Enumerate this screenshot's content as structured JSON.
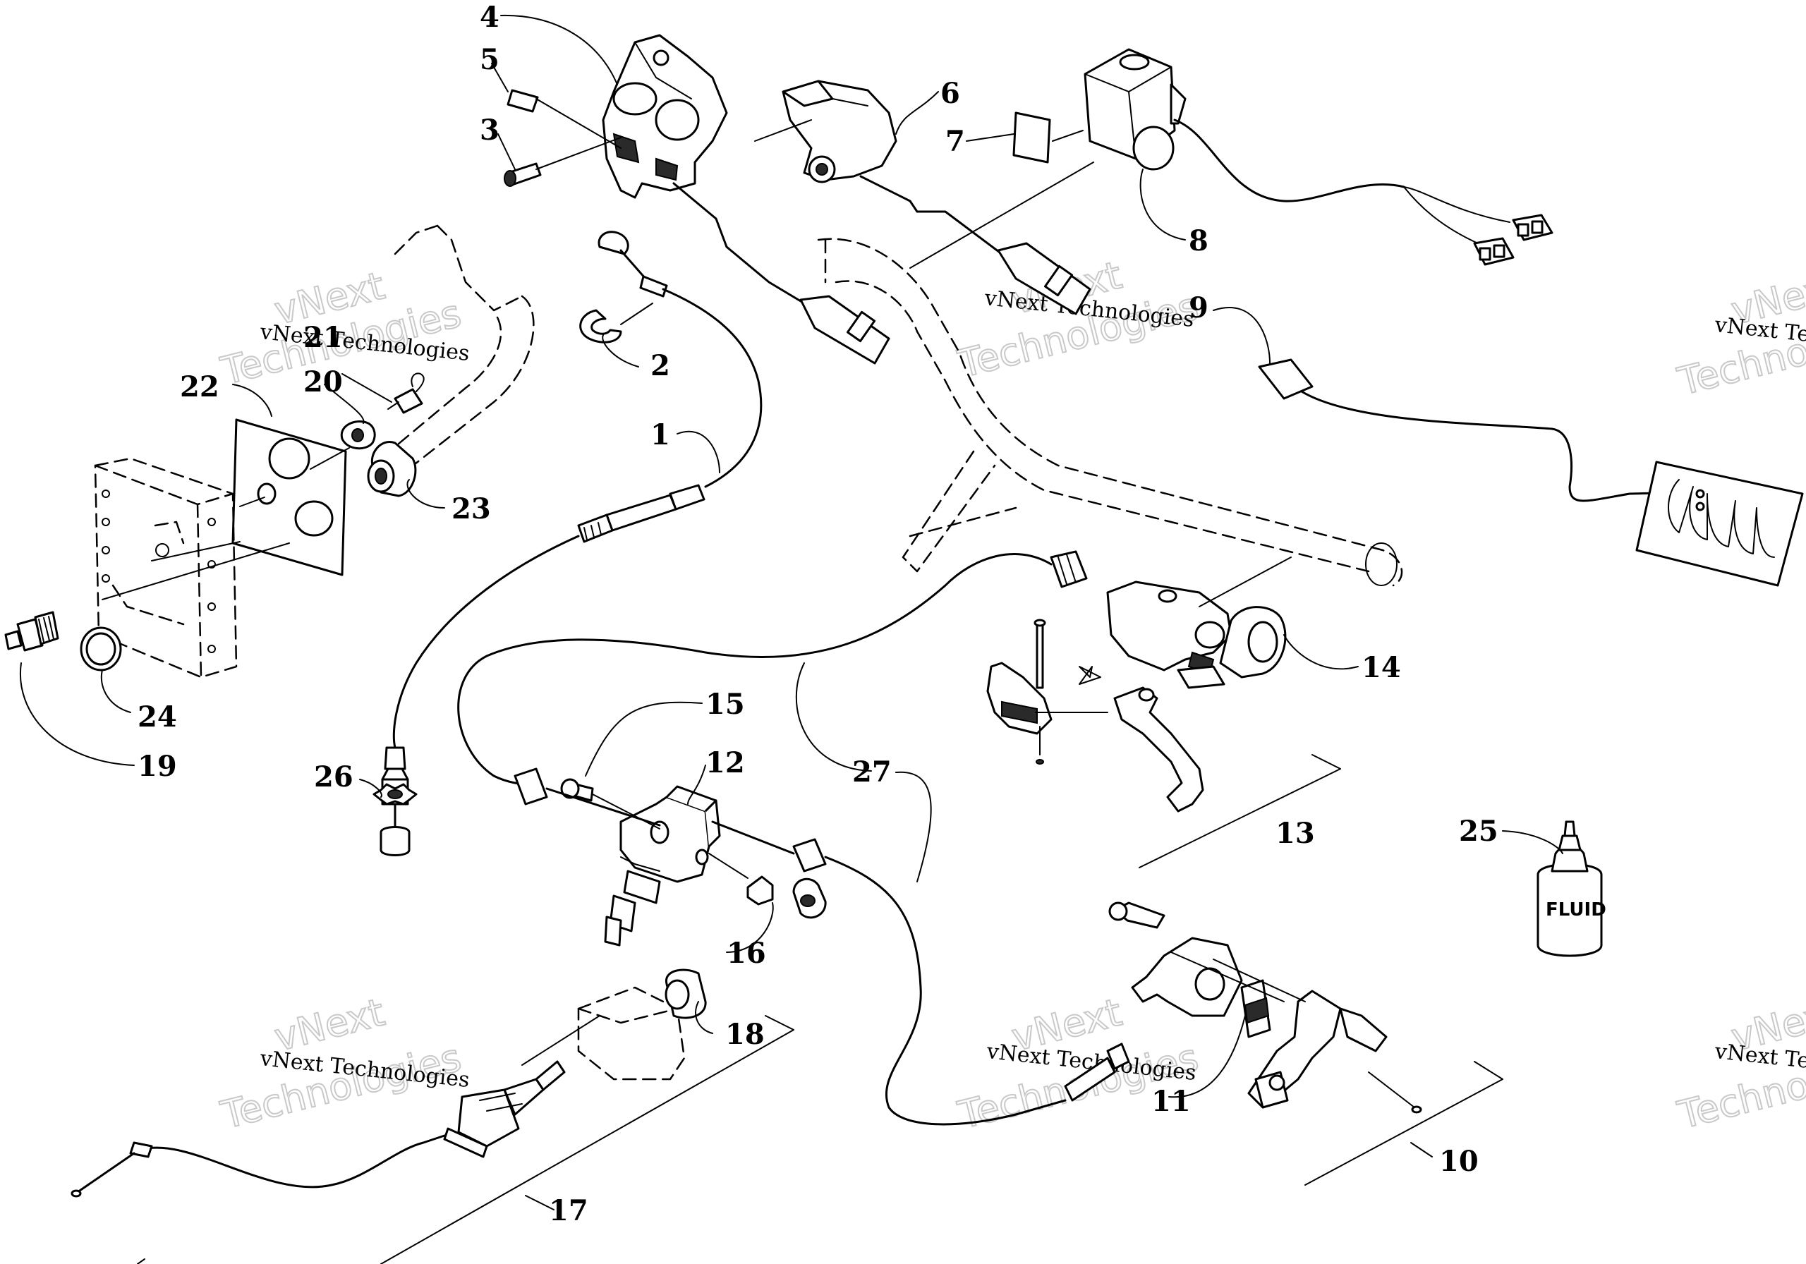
{
  "callouts": [
    {
      "num": "1"
    },
    {
      "num": "2"
    },
    {
      "num": "3"
    },
    {
      "num": "4"
    },
    {
      "num": "5"
    },
    {
      "num": "6"
    },
    {
      "num": "7"
    },
    {
      "num": "8"
    },
    {
      "num": "9"
    },
    {
      "num": "10"
    },
    {
      "num": "11"
    },
    {
      "num": "12"
    },
    {
      "num": "13"
    },
    {
      "num": "14"
    },
    {
      "num": "15"
    },
    {
      "num": "16"
    },
    {
      "num": "17"
    },
    {
      "num": "18"
    },
    {
      "num": "19"
    },
    {
      "num": "20"
    },
    {
      "num": "21"
    },
    {
      "num": "22"
    },
    {
      "num": "23"
    },
    {
      "num": "24"
    },
    {
      "num": "25"
    },
    {
      "num": "26"
    },
    {
      "num": "27"
    }
  ],
  "watermark": {
    "line": "vNext Technologies",
    "big_top": "vNext",
    "big_bottom": "Technologies"
  },
  "fluid_label": "FLUID"
}
